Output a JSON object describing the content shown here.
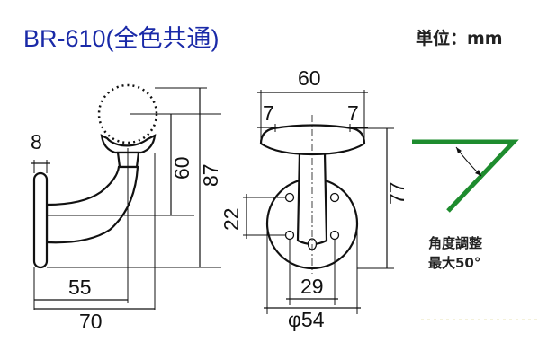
{
  "title": "BR-610(全色共通)",
  "unit_label": "単位：mm",
  "dimensions": {
    "side_flange_thickness": "8",
    "side_height_center": "60",
    "side_height_total": "87",
    "side_depth_center": "55",
    "side_depth_total": "70",
    "front_width_top": "60",
    "front_flange_left": "7",
    "front_flange_right": "7",
    "front_height": "77",
    "hole_spacing_vertical": "22",
    "hole_spacing_horizontal": "29",
    "base_diameter": "φ54"
  },
  "angle_note": {
    "line1": "角度調整",
    "line2": "最大50°",
    "color": "#1e8c2e"
  },
  "colors": {
    "title": "#1a2aa8",
    "lines": "#111111",
    "angle_symbol": "#1e8c2e"
  }
}
